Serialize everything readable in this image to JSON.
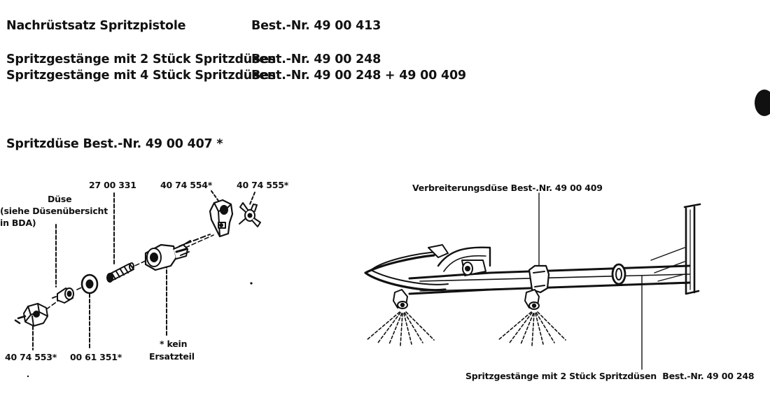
{
  "header": {
    "line1_label": "Nachrüstsatz Spritzpistole",
    "line1_order": "Best.-Nr. 49 00 413",
    "line2_label": "Spritzgestänge mit 2 Stück Spritzdüsen",
    "line2_order": "Best.-Nr. 49 00 248",
    "line3_label": "Spritzgestänge mit 4 Stück Spritzdüsen",
    "line3_order": "Best.-Nr. 49 00 248 + 49 00 409",
    "nozzle_heading": "Spritzdüse Best.-Nr. 49 00 407 *"
  },
  "left_diagram": {
    "duese_line1": "Düse",
    "duese_line2": "(siehe Düsenübersicht",
    "duese_line3": "in BDA)",
    "part_27_00_331": "27 00 331",
    "part_40_74_554": "40 74 554*",
    "part_40_74_555": "40 74 555*",
    "part_40_74_553": "40 74 553*",
    "part_00_61_351": "00 61 351*",
    "note_line1": "* kein",
    "note_line2": "Ersatzteil"
  },
  "right_diagram": {
    "widening_nozzle": "Verbreiterungsdüse Best-.Nr. 49 00 409",
    "boom_label": "Spritzgestänge mit 2 Stück Spritzdüsen  Best.-Nr. 49 00 248"
  },
  "colors": {
    "ink": "#111111",
    "paper": "#ffffff"
  }
}
